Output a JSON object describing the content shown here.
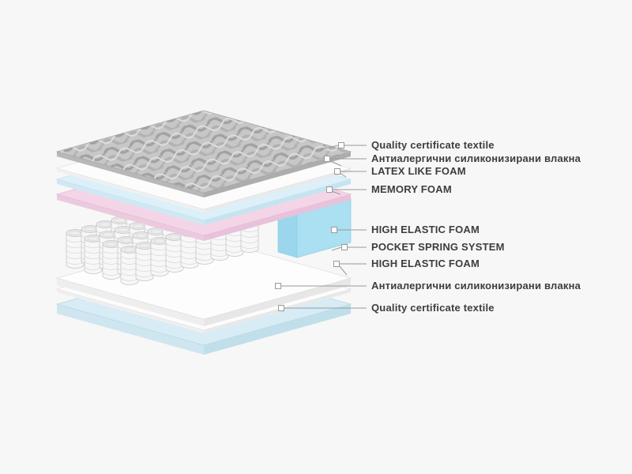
{
  "page": {
    "background": "#f7f7f7"
  },
  "colors": {
    "quilt_base": "#c7c7c7",
    "fiber_sheet": "#fcfcfc",
    "latex_like_foam": "#dcf0f9",
    "memory_foam": "#f4d5e8",
    "high_elastic_foam_block": "#abdff2",
    "foam_sheet": "#fdfdfd",
    "bottom_textile": "#d7ecf5",
    "label_text": "#3d3d3d",
    "leader_line": "#9a9a9a"
  },
  "diagram": {
    "labels": [
      {
        "text": "Quality certificate textile"
      },
      {
        "text": "Антиалергични силиконизирани влакна"
      },
      {
        "text": "LATEX LIKE FOAM"
      },
      {
        "text": "MEMORY FOAM"
      },
      {
        "text": "HIGH ELASTIC FOAM"
      },
      {
        "text": "POCKET SPRING SYSTEM"
      },
      {
        "text": "HIGH ELASTIC FOAM"
      },
      {
        "text": "Антиалергични силиконизирани влакна"
      },
      {
        "text": "Quality certificate textile"
      }
    ]
  }
}
